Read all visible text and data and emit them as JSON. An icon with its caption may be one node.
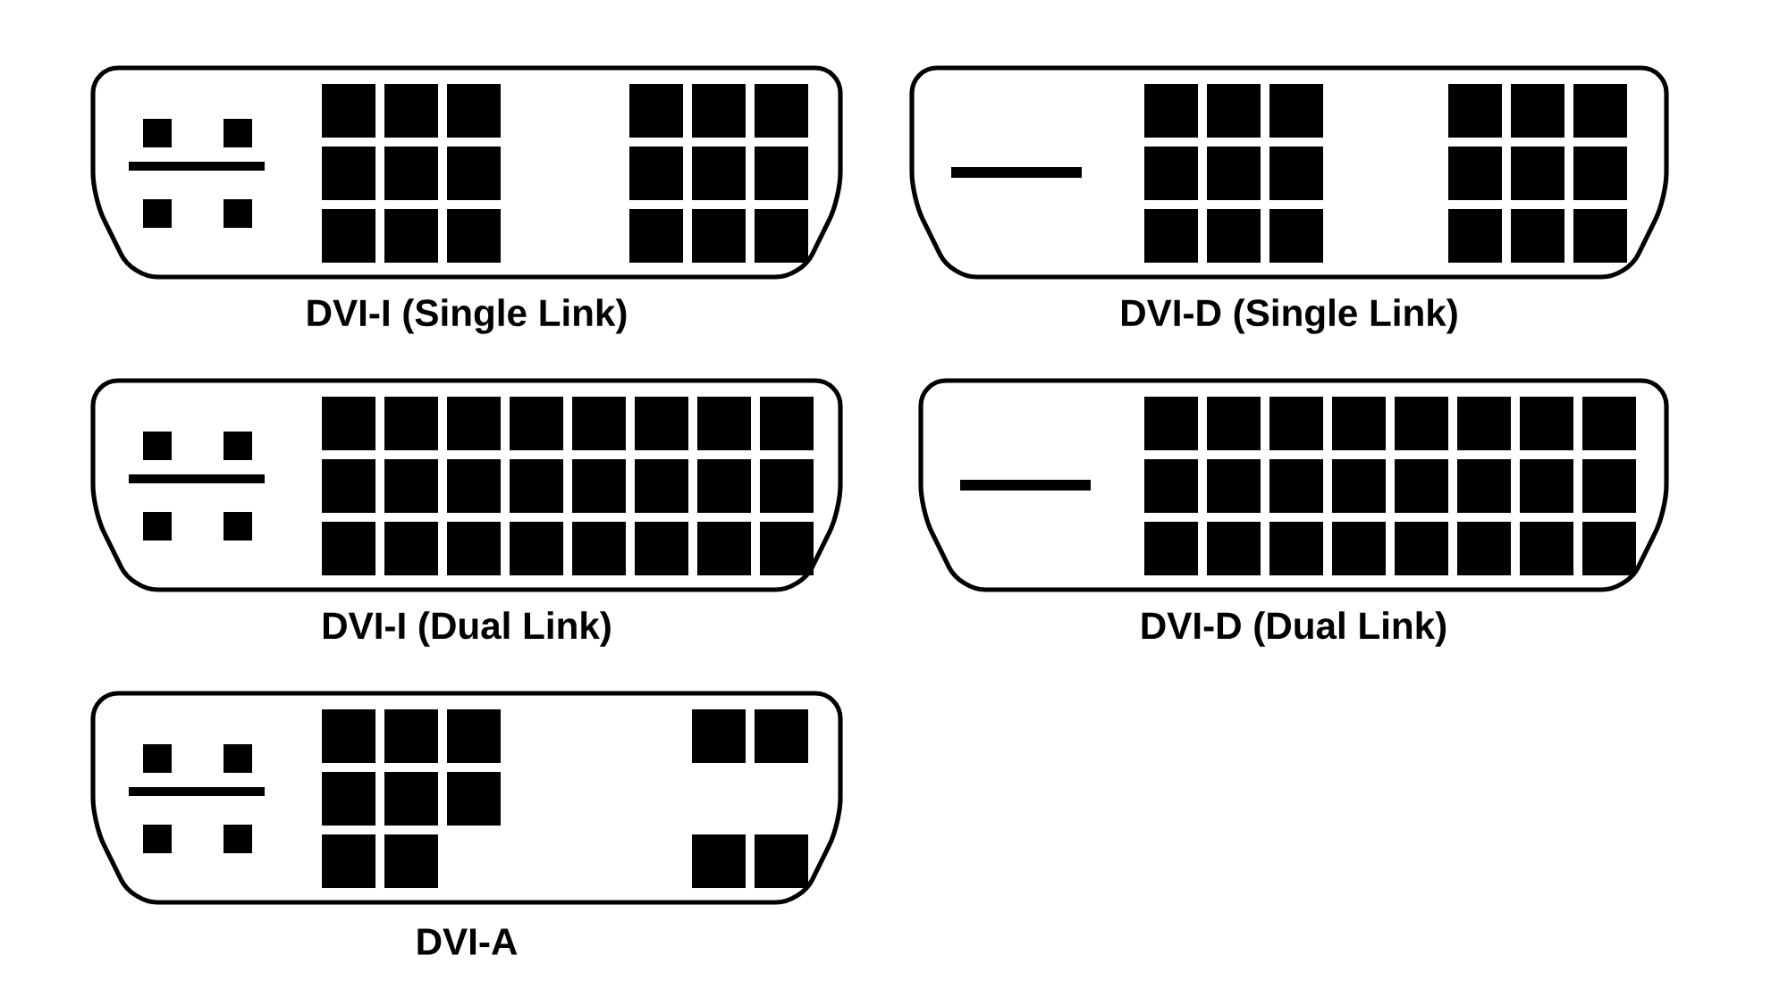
{
  "diagram": {
    "nodes": [
      {
        "text": [
          "DVI-I (Single Link)"
        ]
      },
      {
        "text": [
          "DVI-D (Single Link)"
        ]
      },
      {
        "text": [
          "DVI-I (Dual Link)"
        ]
      },
      {
        "text": [
          "DVI-D (Dual Link)"
        ]
      },
      {
        "text": [
          "DVI-A"
        ]
      }
    ]
  }
}
